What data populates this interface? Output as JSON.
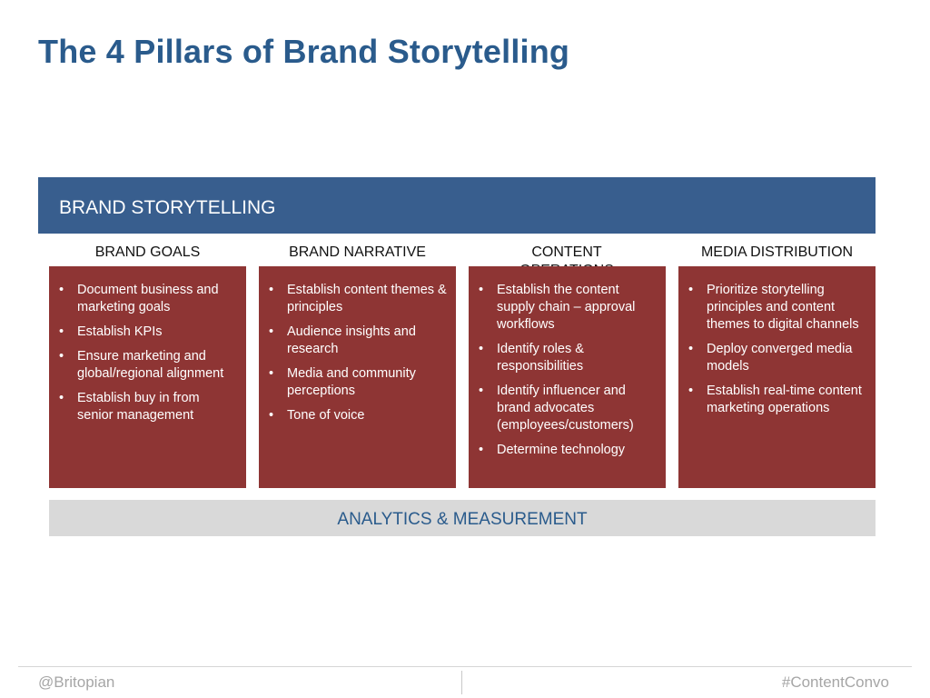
{
  "slide": {
    "title": "The 4 Pillars of Brand Storytelling",
    "banner": "BRAND STORYTELLING",
    "pillars": [
      {
        "heading": "BRAND GOALS",
        "items": [
          "Document business and marketing goals",
          "Establish KPIs",
          "Ensure marketing and global/regional alignment",
          "Establish buy in from senior management"
        ]
      },
      {
        "heading": "BRAND NARRATIVE",
        "items": [
          "Establish content themes & principles",
          "Audience insights and research",
          "Media and community perceptions",
          "Tone of voice"
        ]
      },
      {
        "heading": "CONTENT OPERATIONS",
        "items": [
          "Establish the content supply chain – approval workflows",
          "Identify roles & responsibilities",
          "Identify influencer and brand advocates (employees/customers)",
          "Determine technology"
        ]
      },
      {
        "heading": "MEDIA DISTRIBUTION",
        "items": [
          "Prioritize storytelling principles and content themes to digital channels",
          "Deploy converged media models",
          "Establish real-time content marketing operations"
        ]
      }
    ],
    "analytics": "ANALYTICS & MEASUREMENT",
    "bullet": "•"
  },
  "footer": {
    "left": "@Britopian",
    "right": "#ContentConvo"
  },
  "colors": {
    "title": "#2a5b8c",
    "banner": "#385e8e",
    "pillar": "#8e3534",
    "analytics_bg": "#d9d9d9"
  }
}
